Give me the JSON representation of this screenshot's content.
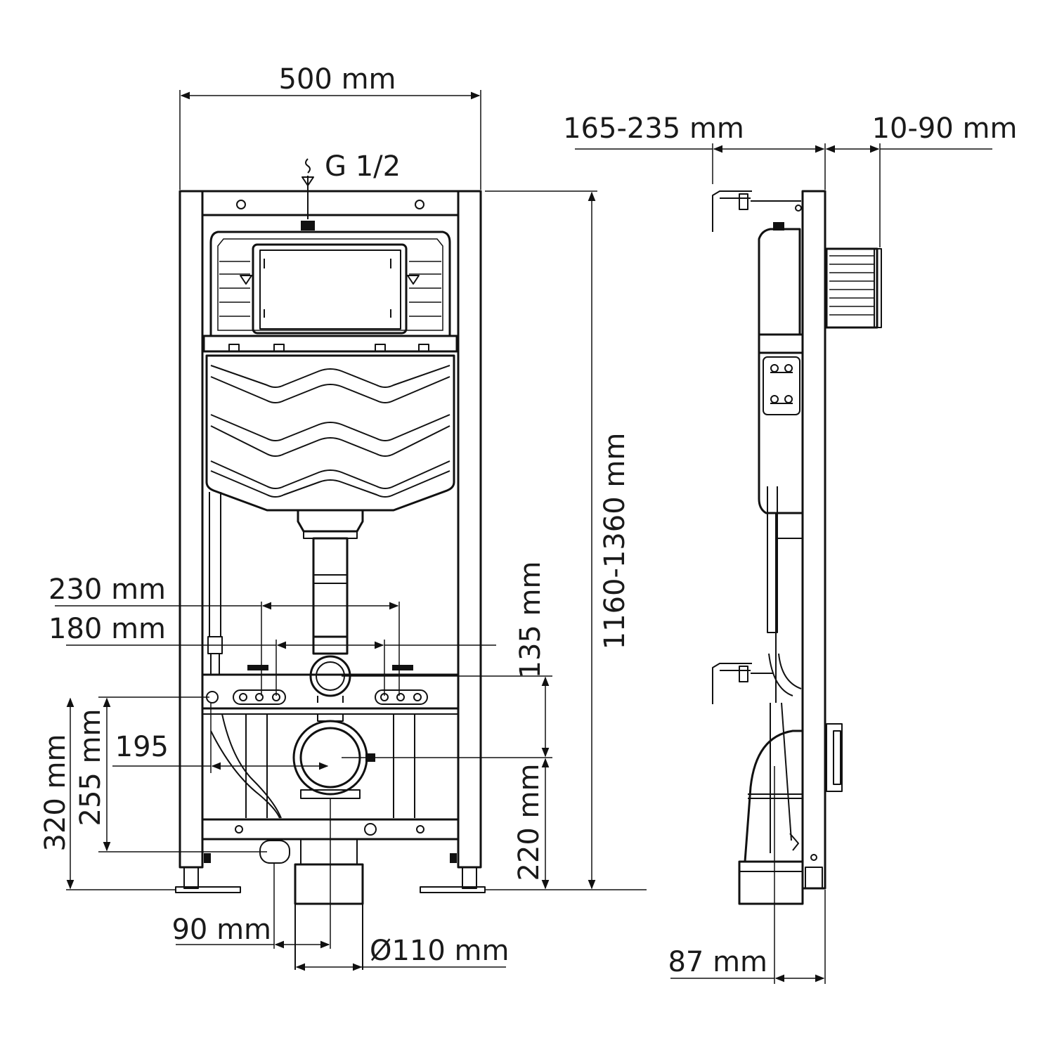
{
  "front_view": {
    "width_label": "500 mm",
    "inlet_label": "G 1/2",
    "height_label": "1160-1360 mm",
    "d230_label": "230 mm",
    "d180_label": "180 mm",
    "d135_label": "135 mm",
    "d195_label": "195",
    "d320_label": "320 mm",
    "d255_label": "255 mm",
    "d220_label": "220 mm",
    "d90_label": "90 mm",
    "diameter_label": "Ø110 mm"
  },
  "side_view": {
    "wall_label": "165-235 mm",
    "panel_label": "10-90 mm",
    "depth_label": "87 mm"
  }
}
